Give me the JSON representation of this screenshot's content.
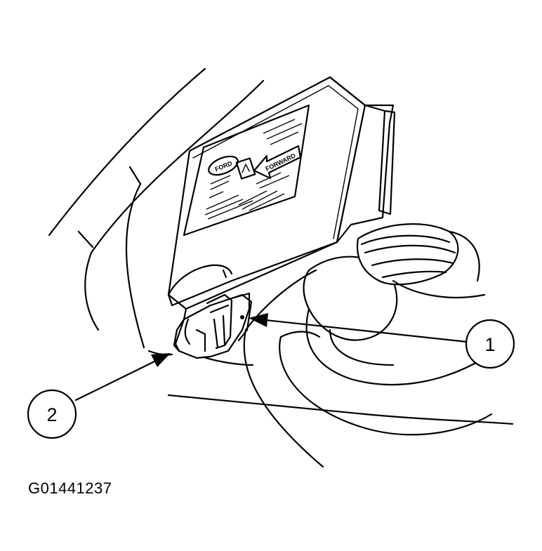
{
  "figure": {
    "code": "G01441237"
  },
  "callouts": [
    {
      "number": "1"
    },
    {
      "number": "2"
    }
  ],
  "module_label": {
    "arrow_text": "FORWARD",
    "logo_text": "FORD"
  },
  "colors": {
    "ink": "#000000",
    "paper": "#ffffff"
  }
}
